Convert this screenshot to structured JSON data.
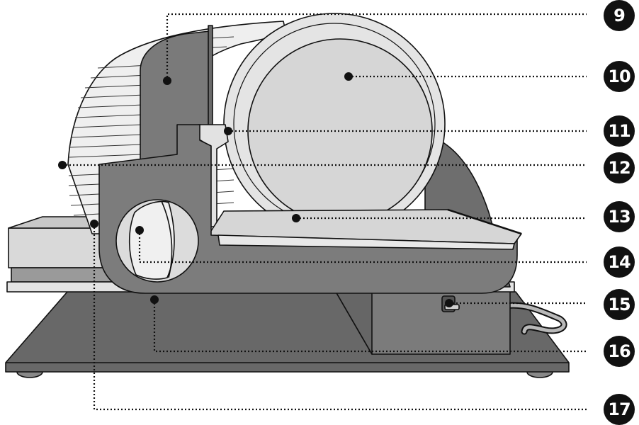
{
  "colors": {
    "body": "#7b7b7b",
    "body_dark": "#6a6a6a",
    "base": "#686868",
    "blade": "#dcdcdc",
    "light_part": "#d9d9d9",
    "outline": "#111111",
    "badge": "#111111"
  },
  "callouts": [
    {
      "id": "9",
      "label": "9",
      "target": "blade-guard-handle"
    },
    {
      "id": "10",
      "label": "10",
      "target": "blade"
    },
    {
      "id": "11",
      "label": "11",
      "target": "thickness-plate"
    },
    {
      "id": "12",
      "label": "12",
      "target": "blade-guard"
    },
    {
      "id": "13",
      "label": "13",
      "target": "carriage"
    },
    {
      "id": "14",
      "label": "14",
      "target": "thickness-knob"
    },
    {
      "id": "15",
      "label": "15",
      "target": "power-switch"
    },
    {
      "id": "16",
      "label": "16",
      "target": "housing"
    },
    {
      "id": "17",
      "label": "17",
      "target": "side-tray"
    }
  ]
}
